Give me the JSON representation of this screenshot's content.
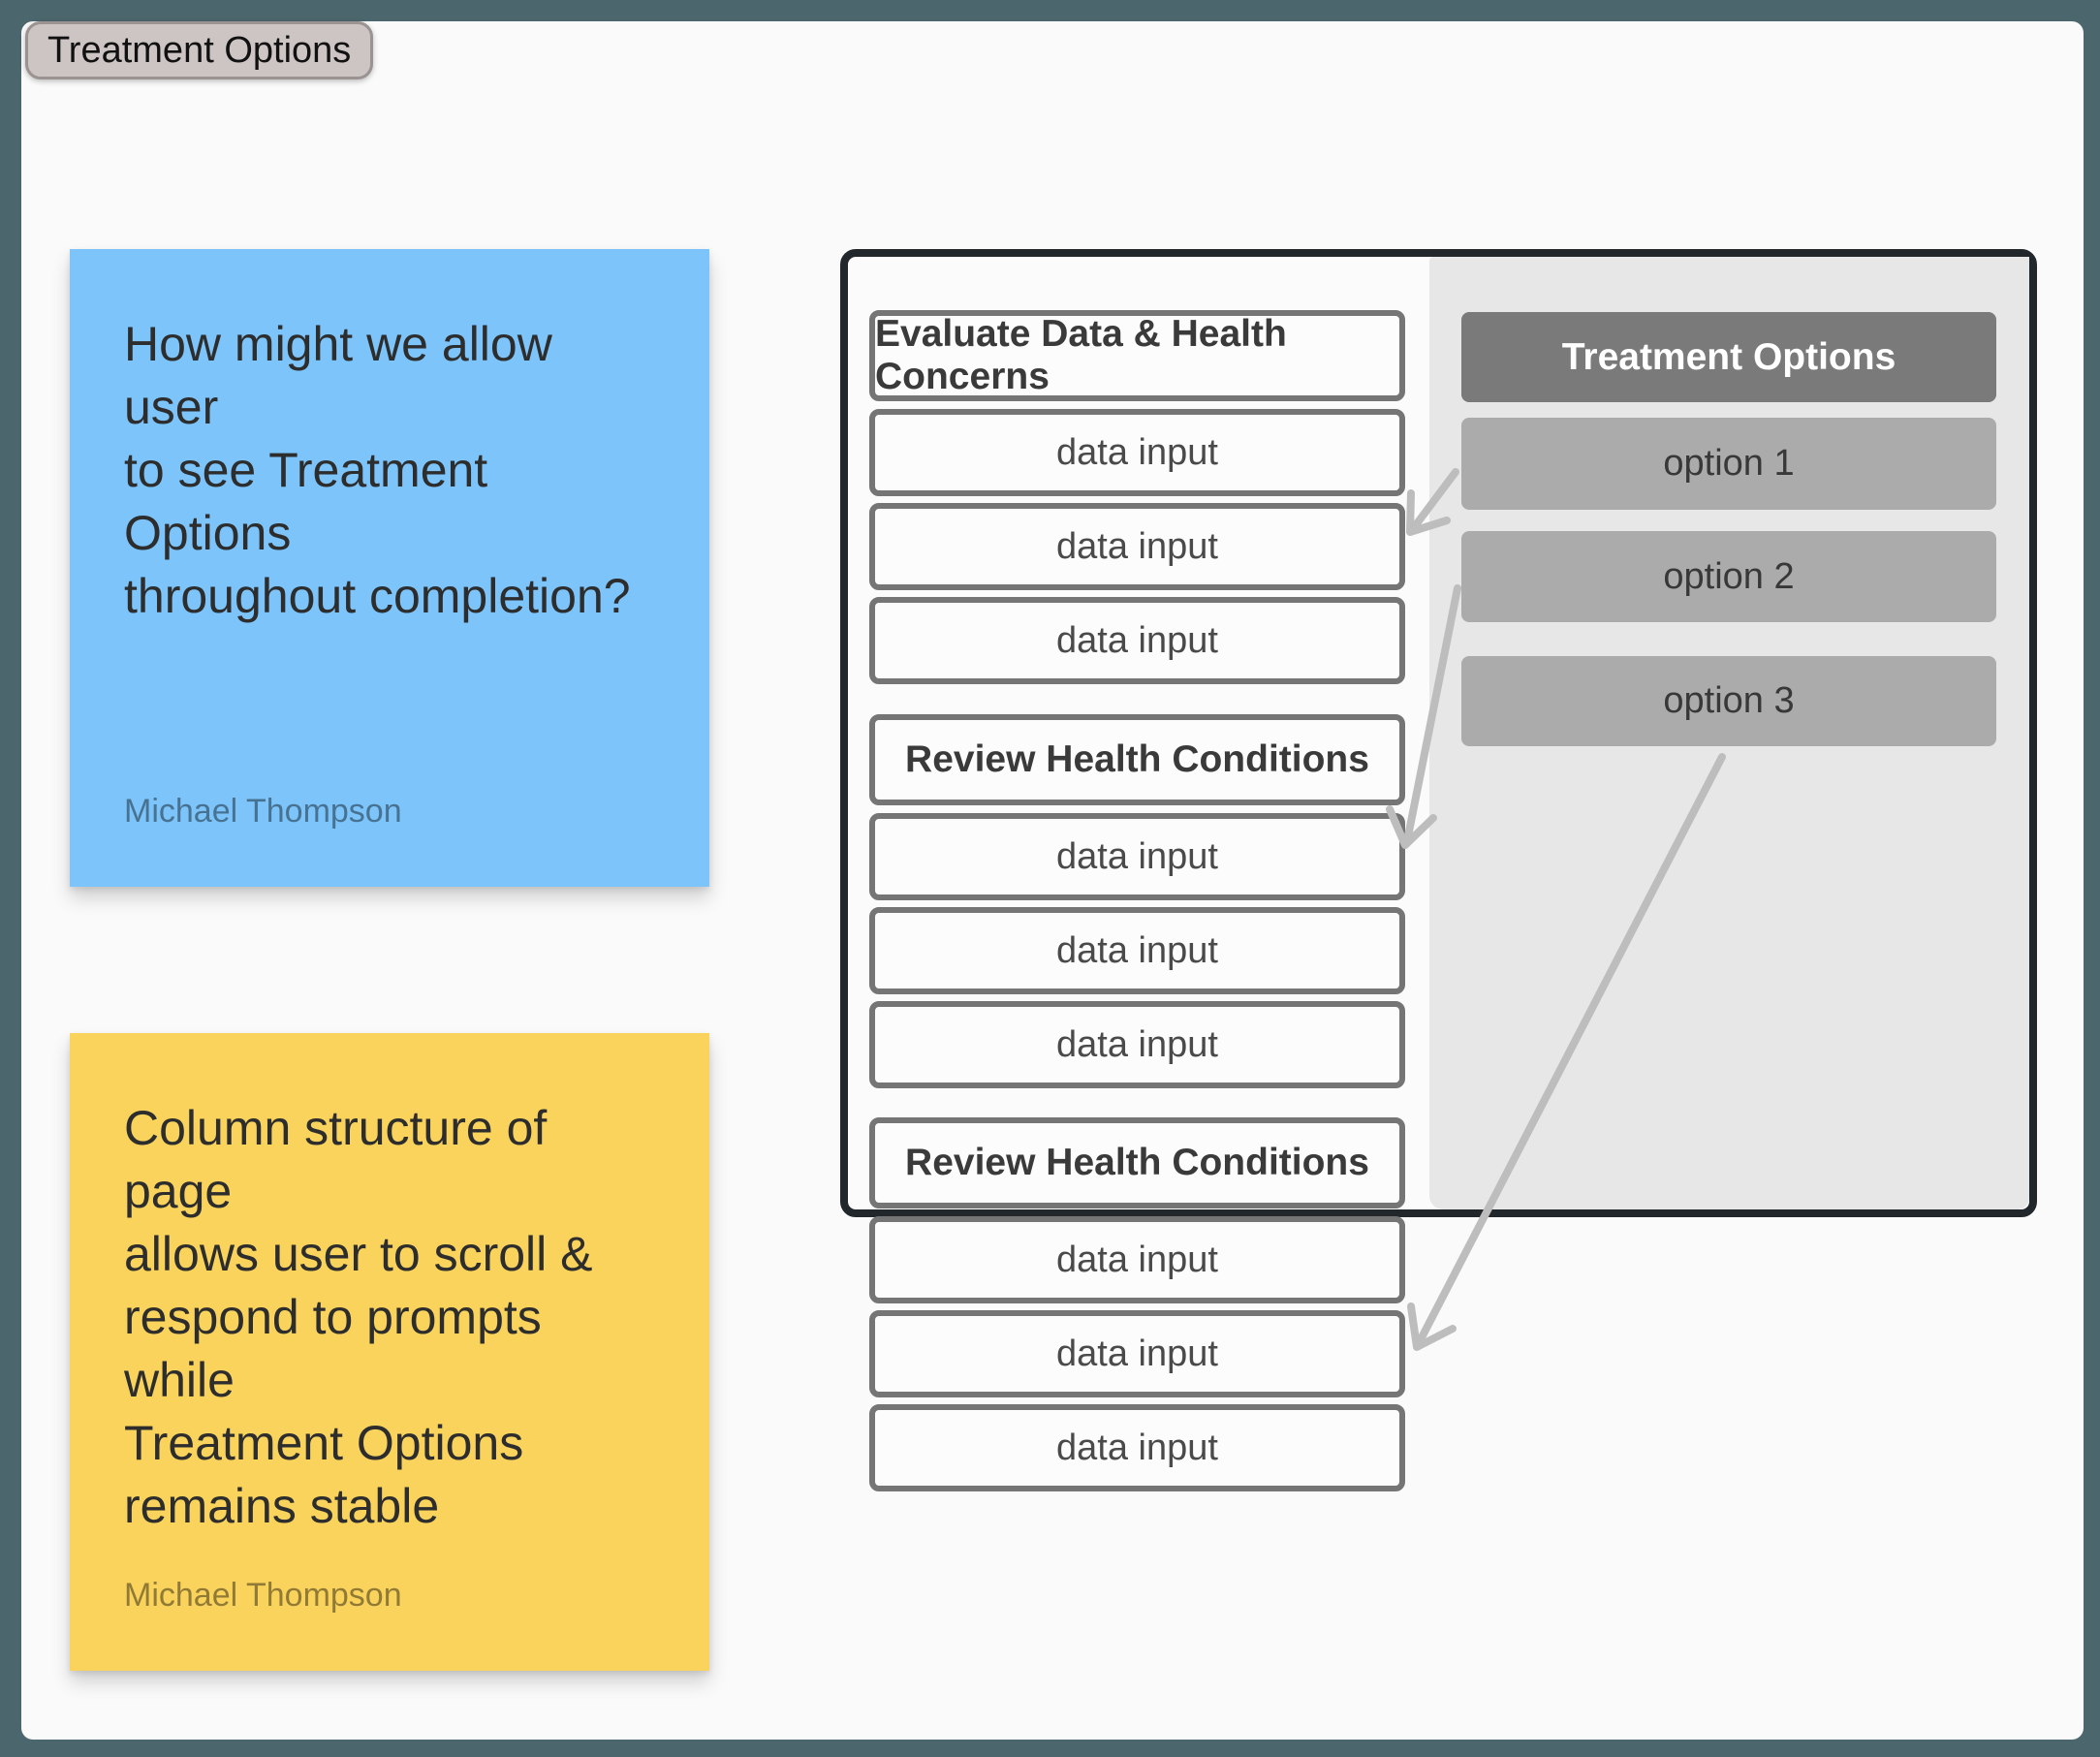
{
  "board": {
    "frame_label": "Treatment Options",
    "colors": {
      "canvas": "#4B666C",
      "surface": "#FAFAFA",
      "frame_border": "#22272C",
      "panel_bg": "#E7E7E7",
      "box_border": "#757575",
      "dark_header_bg": "#7A7A7A",
      "option_bg": "#ABABAB",
      "arrow": "#BDBDBD",
      "tab_bg": "#CDC5C4"
    }
  },
  "stickies": [
    {
      "color": "#7CC4FA",
      "lines": [
        "How might we allow user",
        "to see Treatment Options",
        "throughout completion?"
      ],
      "author": "Michael Thompson"
    },
    {
      "color": "#F9D35C",
      "lines": [
        "Column structure of page",
        "allows user to scroll &",
        "respond to prompts while",
        "Treatment Options",
        "remains stable"
      ],
      "author": "Michael Thompson"
    }
  ],
  "wireframe": {
    "groups": [
      {
        "header": "Evaluate Data & Health Concerns",
        "inputs": [
          "data input",
          "data input",
          "data input"
        ]
      },
      {
        "header": "Review Health Conditions",
        "inputs": [
          "data input",
          "data input",
          "data input"
        ]
      },
      {
        "header": "Review Health Conditions",
        "inputs": [
          "data input",
          "data input",
          "data input"
        ]
      }
    ],
    "panel": {
      "header": "Treatment Options",
      "options": [
        "option 1",
        "option 2",
        "option 3"
      ]
    }
  }
}
